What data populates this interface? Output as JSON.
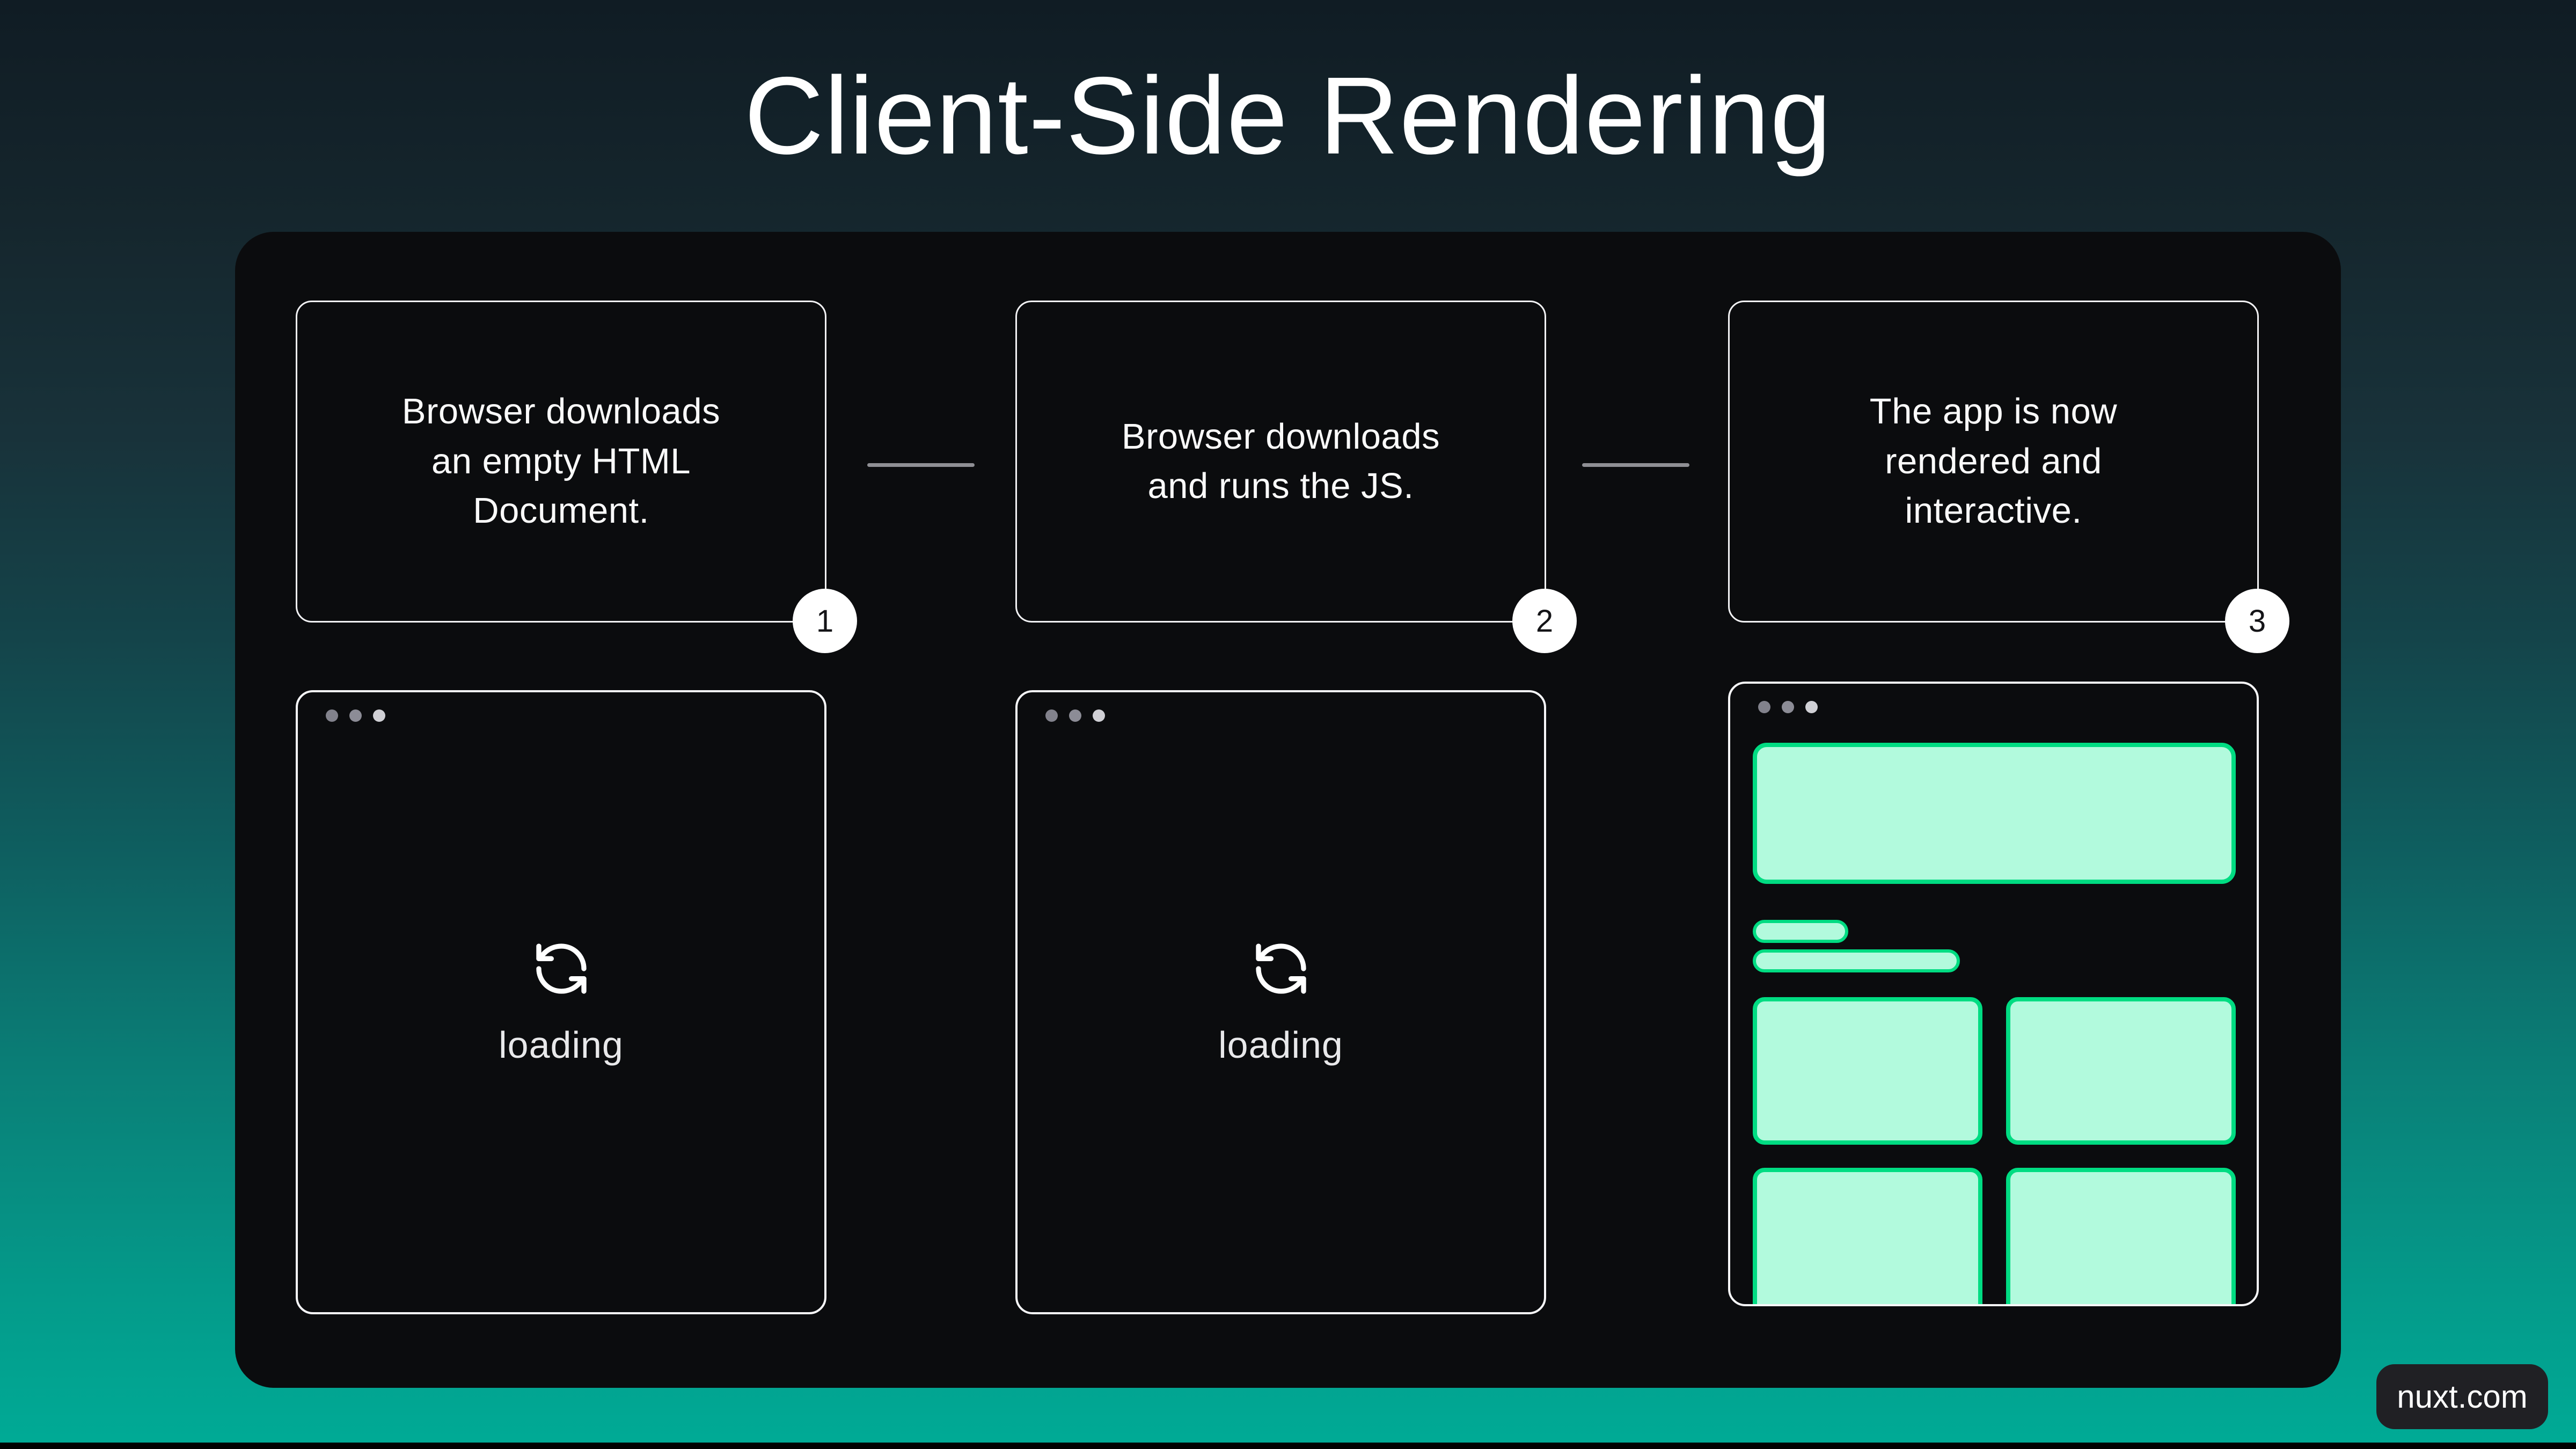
{
  "title": "Client-Side Rendering",
  "watermark": "nuxt.com",
  "colors": {
    "accent_green_border": "#00dc82",
    "accent_green_fill": "#b2fadd",
    "panel_background": "#0b0c0e",
    "background_top": "#101c24",
    "background_bottom": "#00ab96"
  },
  "steps": [
    {
      "number": "1",
      "description": "Browser downloads\nan empty HTML\nDocument.",
      "browser": {
        "state": "loading",
        "loading_label": "loading"
      }
    },
    {
      "number": "2",
      "description": "Browser downloads\nand runs the JS.",
      "browser": {
        "state": "loading",
        "loading_label": "loading"
      }
    },
    {
      "number": "3",
      "description": "The app is now\nrendered and\ninteractive.",
      "browser": {
        "state": "rendered"
      }
    }
  ]
}
